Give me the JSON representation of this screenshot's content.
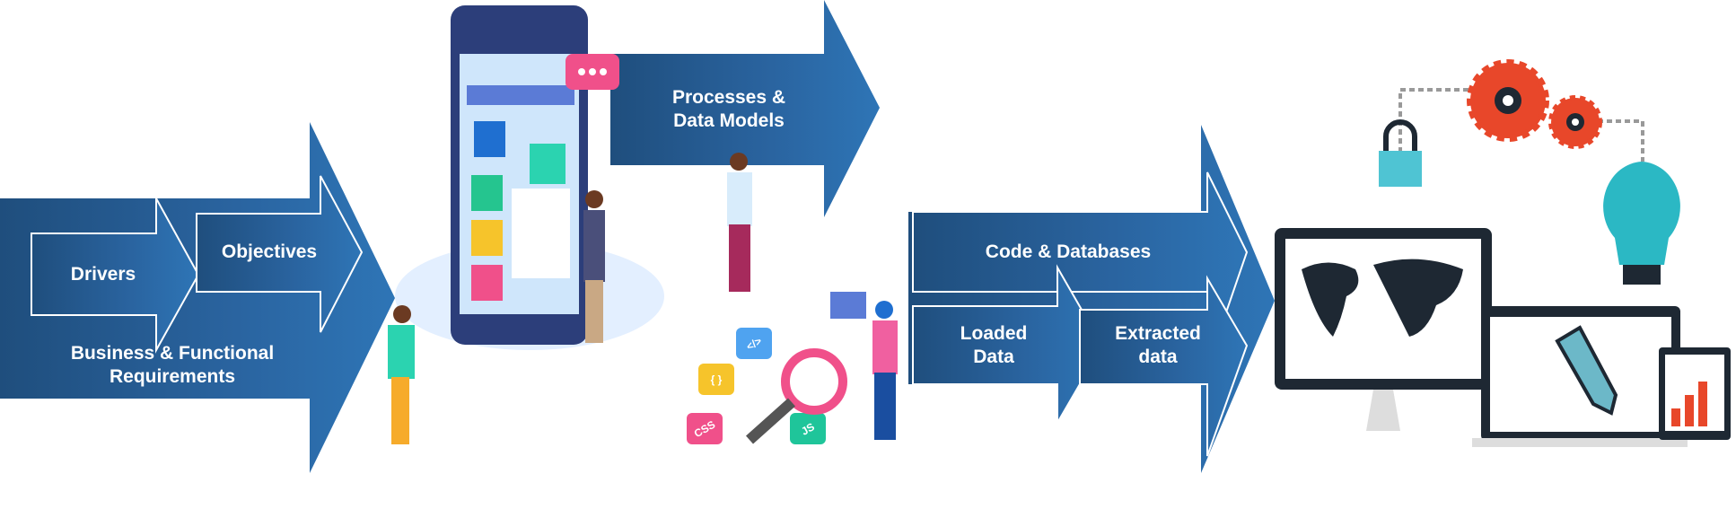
{
  "labels": {
    "drivers": "Drivers",
    "objectives": "Objectives",
    "business_line1": "Business & Functional",
    "business_line2": "Requirements",
    "processes_line1": "Processes &",
    "processes_line2": "Data Models",
    "code": "Code & Databases",
    "loaded_line1": "Loaded",
    "loaded_line2": "Data",
    "extracted_line1": "Extracted",
    "extracted_line2": "data"
  },
  "code_tags": [
    "</>",
    "{ }",
    "CSS",
    "JS"
  ],
  "colors": {
    "arrow_dark": "#1f4e7d",
    "arrow_light": "#2e75b6",
    "gear": "#e8472a",
    "teal": "#4fc4d3",
    "device": "#1e2833"
  }
}
